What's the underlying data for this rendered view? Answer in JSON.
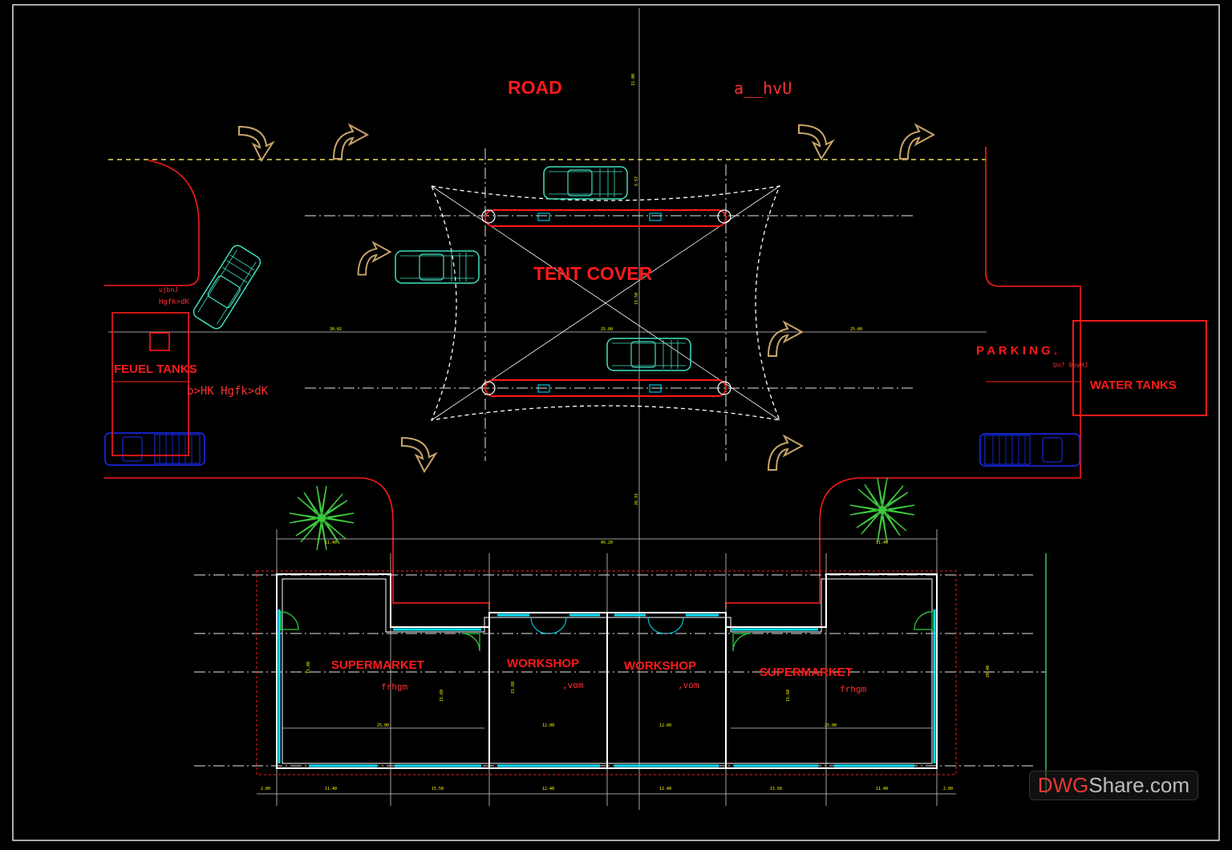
{
  "labels": {
    "road": "ROAD",
    "road_alt": "a__hvU",
    "tent_cover": "TENT COVER",
    "fuel_tanks": "FEUEL TANKS",
    "fuel_sub": "b>HK Hgfk>dK",
    "fuel_note1": "ujbnJ",
    "fuel_note2": "Hgfk>dK",
    "parking": "P A R K I N G .",
    "parking_sub": "Un? 9ovHJ",
    "water_tanks": "WATER TANKS",
    "supermarket_left": "SUPERMARKET",
    "supermarket_left_sub": "frhgm",
    "workshop_left": "WORKSHOP",
    "workshop_left_sub": ",vom",
    "workshop_right": "WORKSHOP",
    "workshop_right_sub": ",vom",
    "supermarket_right": "SUPERMARKET",
    "supermarket_right_sub": "frhgm"
  },
  "dimensions": {
    "d1": "15.00",
    "d2": "30.02",
    "d3": "25.00",
    "d4": "25.00",
    "d5": "15.50",
    "d6": "5.57",
    "d7": "26.91",
    "d8": "11.40",
    "d9": "45.20",
    "d10": "11.40",
    "d11": "2.00",
    "d12": "11.40",
    "d13": "15.50",
    "d14": "12.40",
    "d15": "12.40",
    "d16": "15.50",
    "d17": "11.40",
    "d18": "2.00",
    "d19": "25.00",
    "d20": "12.00",
    "d21": "12.00",
    "d22": "25.00",
    "d23": "15.00",
    "d24": "15.60",
    "d25": "15.60",
    "d26": "15.60",
    "d27": "20.40"
  },
  "watermark": {
    "prefix": "DWG",
    "suffix": "Share.com"
  },
  "colors": {
    "background": "#000000",
    "walls": "#ff1a1a",
    "glazing": "#00e5ff",
    "cars_cyan": "#40e0c0",
    "cars_blue": "#1a2cff",
    "arrows": "#c8a56a",
    "trees": "#3cc83c",
    "road_line": "#e8e060"
  }
}
